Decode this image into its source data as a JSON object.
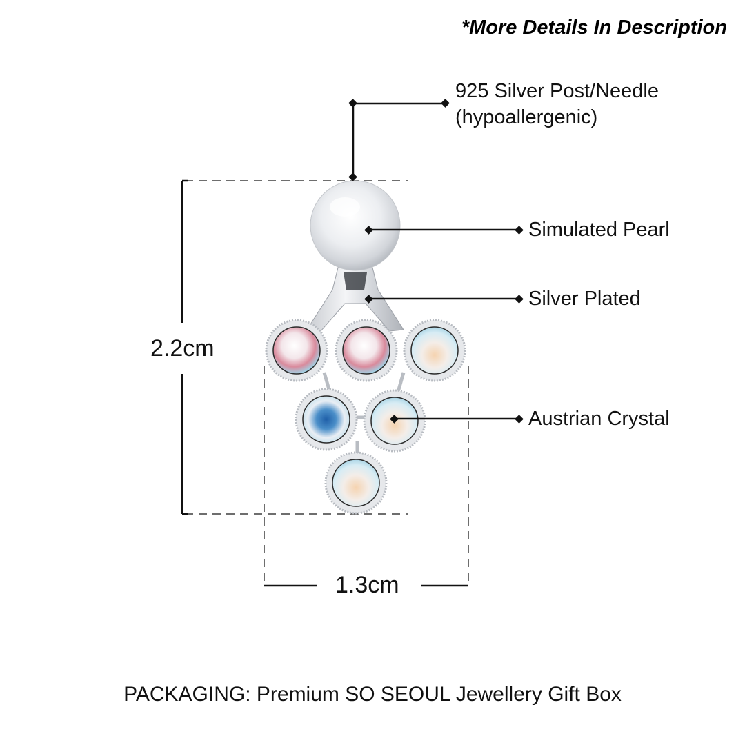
{
  "header": {
    "note": "*More Details In Description"
  },
  "callouts": [
    {
      "id": "post",
      "line1": "925 Silver Post/Needle",
      "line2": "(hypoallergenic)"
    },
    {
      "id": "pearl",
      "label": "Simulated Pearl"
    },
    {
      "id": "plating",
      "label": "Silver Plated"
    },
    {
      "id": "crystal",
      "label": "Austrian Crystal"
    }
  ],
  "dimensions": {
    "height": "2.2cm",
    "width": "1.3cm"
  },
  "footer": {
    "packaging": "PACKAGING: Premium SO SEOUL Jewellery Gift Box"
  },
  "colors": {
    "line": "#111111",
    "dashed": "#6e6e6e",
    "pearl": "#eef0f3",
    "silver": "#d9dce0"
  }
}
